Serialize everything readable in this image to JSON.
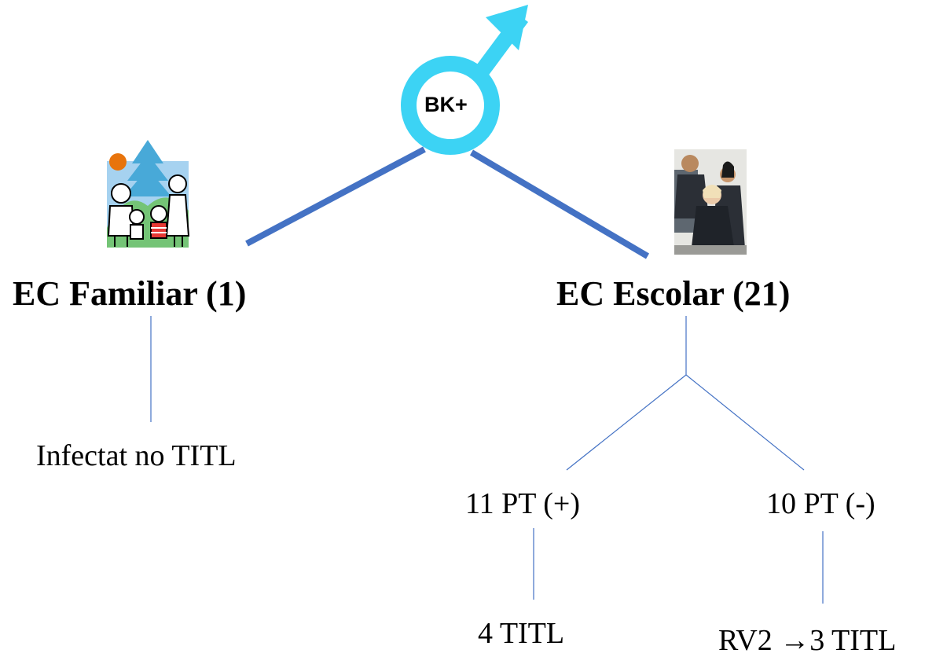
{
  "root": {
    "badge": "BK+",
    "icon": "male-symbol-icon",
    "color": "#3CD3F4"
  },
  "branch_color": "#4472C4",
  "left": {
    "title": "EC Familiar (1)",
    "icon": "family-clipart-icon",
    "leaf": "Infectat no TITL"
  },
  "right": {
    "title": "EC Escolar (21)",
    "icon": "office-workers-photo-icon",
    "positive": {
      "label": "11 PT (+)",
      "leaf": "4 TITL"
    },
    "negative": {
      "label": "10 PT (-)",
      "leaf": "RV2 →3 TITL"
    }
  }
}
